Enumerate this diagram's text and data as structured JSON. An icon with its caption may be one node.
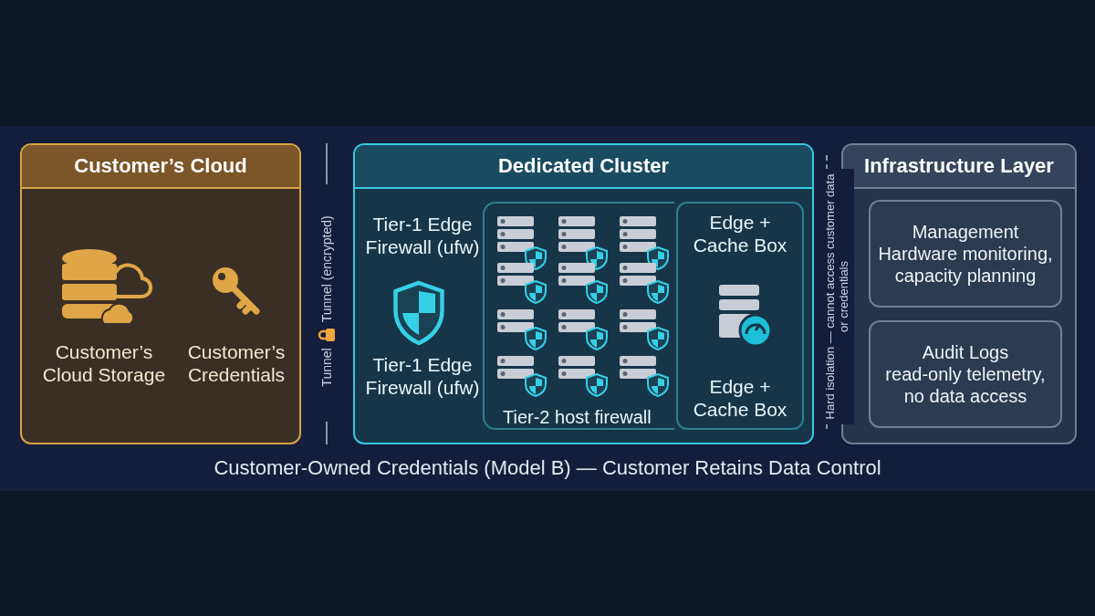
{
  "diagram": {
    "caption": "Customer-Owned Credentials (Model B) — Customer Retains Data Control",
    "nodes": [
      {
        "text": [
          "Customer’s Cloud"
        ]
      },
      {
        "text": [
          "Customer’s Cloud Storage"
        ],
        "in": 0
      },
      {
        "text": [
          "Customer’s Credentials"
        ],
        "in": 0
      },
      {
        "text": [
          "Dedicated Cluster"
        ]
      },
      {
        "text": [
          "Tier-2 host firewall"
        ],
        "in": 3
      },
      {
        "text": [
          "Edge + Cache Box",
          "Edge + Cache Box"
        ],
        "in": 3
      },
      {
        "text": [
          "Infrastructure Layer"
        ]
      },
      {
        "text": [
          "Management",
          "Hardware monitoring, capacity planning"
        ],
        "in": 6
      },
      {
        "text": [
          "Audit Logs",
          "read-only telemetry, no data access"
        ],
        "in": 6
      }
    ],
    "edges": [],
    "labels": [
      "Tunnel",
      "Tunnel (encrypted)",
      "Tier-1 Edge Firewall (ufw)",
      "Tier-1 Edge Firewall (ufw)",
      "Hard isolation — cannot access customer data or credentials"
    ]
  }
}
